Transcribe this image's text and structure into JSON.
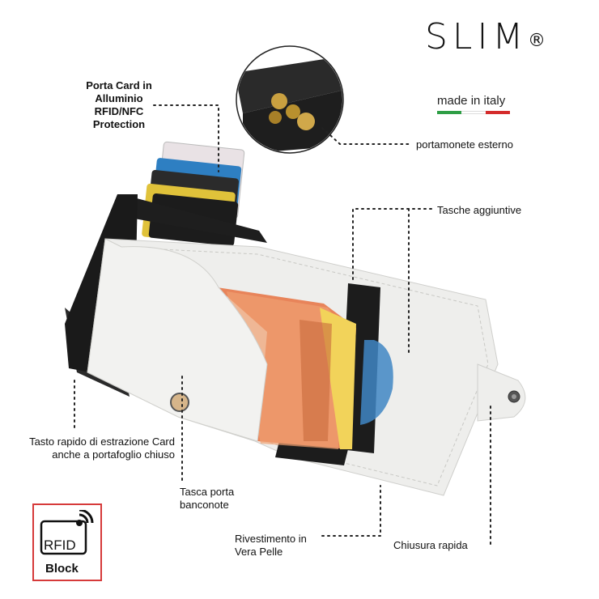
{
  "brand": {
    "logo_text": "SLIM",
    "registered_mark": "®",
    "tagline": "made in italy",
    "flag_colors": [
      "#2e9e45",
      "#ffffff",
      "#d42b2b"
    ]
  },
  "callouts": {
    "card_holder": [
      "Porta Card in",
      "Alluminio",
      "RFID/NFC",
      "Protection"
    ],
    "coin_purse": "portamonete esterno",
    "extra_pockets": "Tasche aggiuntive",
    "quick_eject": [
      "Tasto rapido di estrazione Card",
      "anche a portafoglio chiuso"
    ],
    "banknote_pocket": [
      "Tasca porta",
      "banconote"
    ],
    "leather_cover": [
      "Rivestimento in",
      "Vera Pelle"
    ],
    "quick_close": "Chiusura rapida"
  },
  "badge": {
    "rfid_text": "RFID",
    "block_text": "Block",
    "border_color": "#d63a3a"
  },
  "colors": {
    "leather_white": "#eeeeec",
    "leather_black": "#1a1a1a",
    "banknote_orange": "#e8845a",
    "accent_blue": "#3f86c4"
  }
}
